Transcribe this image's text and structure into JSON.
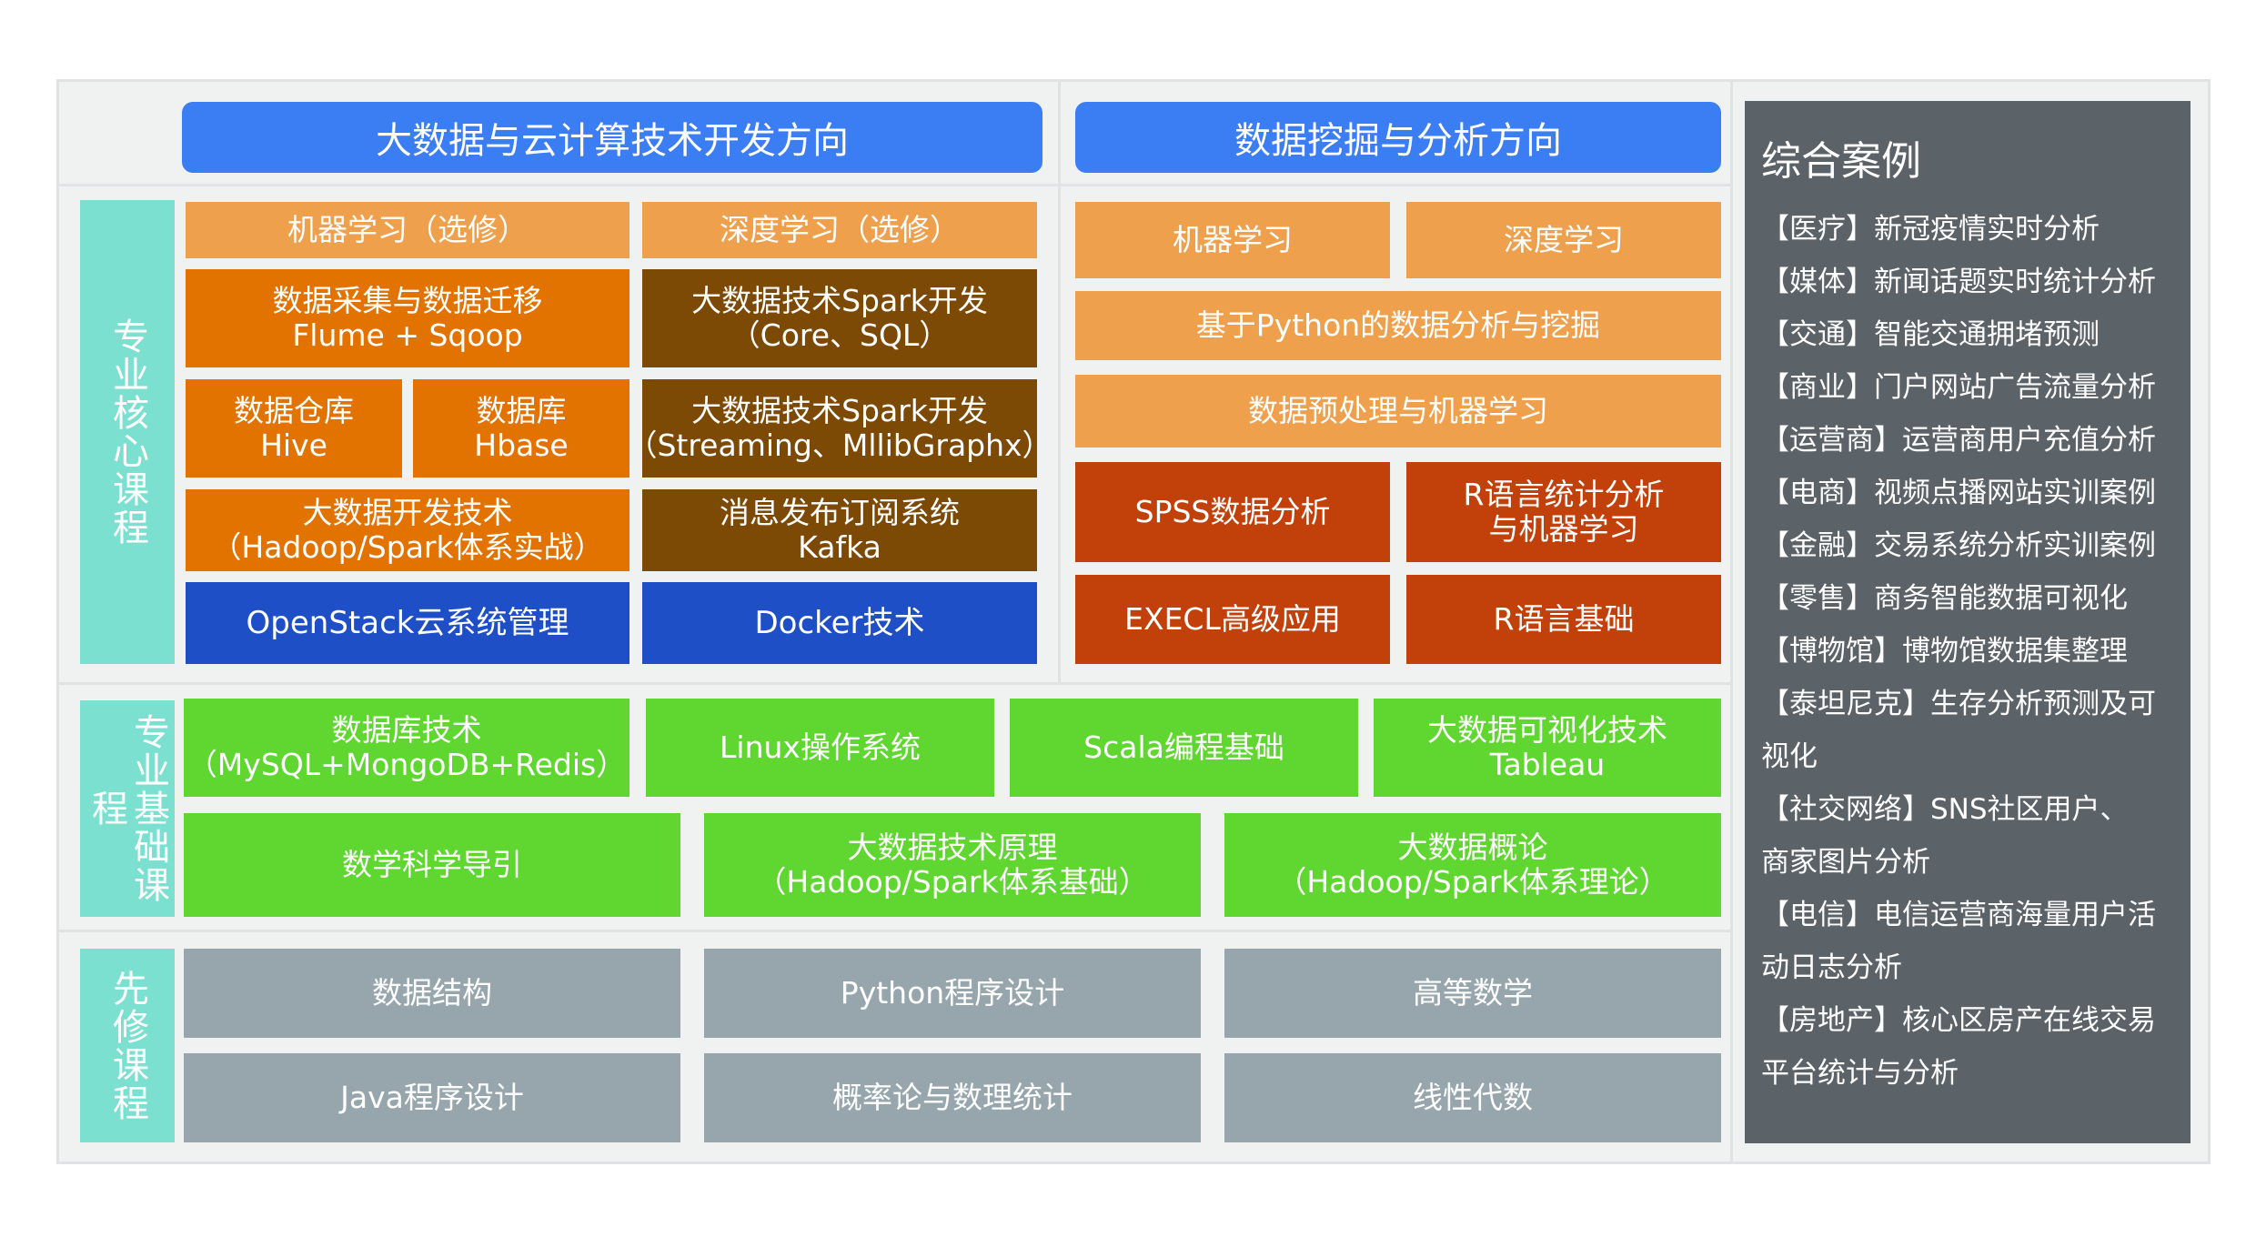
{
  "headers": {
    "bigdata": "大数据与云计算技术开发方向",
    "mining": "数据挖掘与分析方向"
  },
  "side_labels": {
    "core": "专业核心课程",
    "basic": "专业基础课程",
    "prereq": "先修课程"
  },
  "core_bigdata": {
    "ml_elective": "机器学习（选修）",
    "dl_elective": "深度学习（选修）",
    "collect": [
      "数据采集与数据迁移",
      "Flume + Sqoop"
    ],
    "spark_core": [
      "大数据技术Spark开发",
      "（Core、SQL）"
    ],
    "warehouse": [
      "数据仓库",
      "Hive"
    ],
    "hbase": [
      "数据库",
      "Hbase"
    ],
    "spark_streaming": [
      "大数据技术Spark开发",
      "（Streaming、MllibGraphx）"
    ],
    "dev": [
      "大数据开发技术",
      "（Hadoop/Spark体系实战）"
    ],
    "kafka": [
      "消息发布订阅系统",
      "Kafka"
    ],
    "openstack": "OpenStack云系统管理",
    "docker": "Docker技术"
  },
  "core_mining": {
    "ml": "机器学习",
    "dl": "深度学习",
    "python_analysis": "基于Python的数据分析与挖掘",
    "preprocess": "数据预处理与机器学习",
    "spss": "SPSS数据分析",
    "r_stats": [
      "R语言统计分析",
      "与机器学习"
    ],
    "excel": "EXECL高级应用",
    "r_basic": "R语言基础"
  },
  "basic": {
    "database": [
      "数据库技术",
      "（MySQL+MongoDB+Redis）"
    ],
    "linux": "Linux操作系统",
    "scala": "Scala编程基础",
    "viz": [
      "大数据可视化技术",
      "Tableau"
    ],
    "math_science": "数学科学导引",
    "principle": [
      "大数据技术原理",
      "（Hadoop/Spark体系基础）"
    ],
    "overview": [
      "大数据概论",
      "（Hadoop/Spark体系理论）"
    ]
  },
  "prereq": {
    "ds": "数据结构",
    "python": "Python程序设计",
    "math": "高等数学",
    "java": "Java程序设计",
    "prob": "概率论与数理统计",
    "linear": "线性代数"
  },
  "cases": {
    "title": "综合案例",
    "items": [
      "【医疗】新冠疫情实时分析",
      "【媒体】新闻话题实时统计分析",
      "【交通】智能交通拥堵预测",
      "【商业】门户网站广告流量分析",
      "【运营商】运营商用户充值分析",
      "【电商】视频点播网站实训案例",
      "【金融】交易系统分析实训案例",
      "【零售】商务智能数据可视化",
      "【博物馆】博物馆数据集整理",
      "【泰坦尼克】生存分析预测及可",
      "视化",
      "【社交网络】SNS社区用户、",
      "商家图片分析",
      "【电信】电信运营商海量用户活",
      "动日志分析",
      "【房地产】核心区房产在线交易",
      "平台统计与分析"
    ]
  },
  "colors": {
    "header_blue": "#3b7df3",
    "side_teal": "#7be0cf",
    "light_orange": "#eea04c",
    "orange": "#e27300",
    "brown": "#7d4a06",
    "deep_blue": "#1f4fc6",
    "red_orange": "#c2410b",
    "green": "#60d631",
    "gray": "#97a6ad",
    "case_panel": "#5b6268"
  }
}
